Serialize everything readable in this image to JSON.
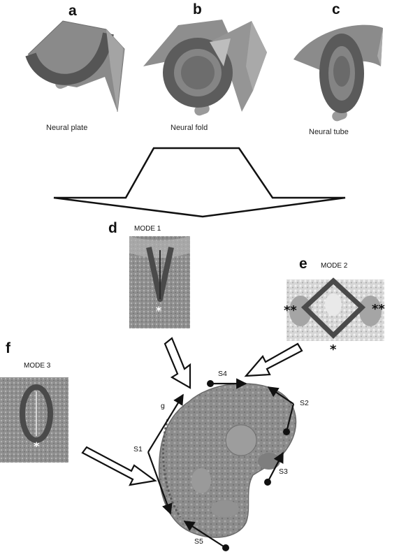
{
  "panels": {
    "a": {
      "letter": "a",
      "caption": "Neural plate"
    },
    "b": {
      "letter": "b",
      "caption": "Neural fold"
    },
    "c": {
      "letter": "c",
      "caption": "Neural tube"
    },
    "d": {
      "letter": "d",
      "mode": "MODE 1",
      "marker": "*"
    },
    "e": {
      "letter": "e",
      "mode": "MODE 2",
      "marker_left": "**",
      "marker_right": "**",
      "marker_bottom": "*"
    },
    "f": {
      "letter": "f",
      "mode": "MODE 3",
      "marker": "*"
    },
    "g": {
      "letter": "g"
    }
  },
  "labels": {
    "s1": "S1",
    "s2": "S2",
    "s3": "S3",
    "s4": "S4",
    "s5": "S5"
  },
  "colors": {
    "tissue": "#7a7a7a",
    "lumen": "#5a5a5a",
    "sem_bg": "#9a9a9a",
    "arrow_stroke": "#111111"
  }
}
